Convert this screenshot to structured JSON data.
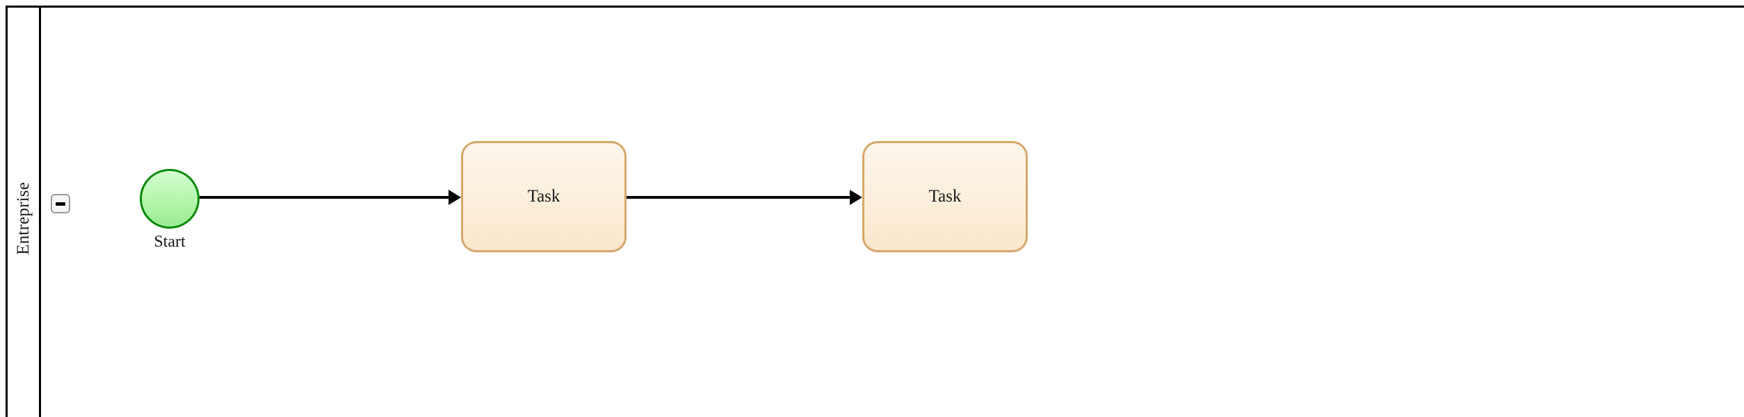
{
  "diagram": {
    "type": "bpmn-process",
    "pool": {
      "lane_label": "Entreprise",
      "collapse_toggle": {
        "icon": "minus-icon",
        "state": "expanded"
      }
    },
    "nodes": [
      {
        "id": "start-event",
        "kind": "start-event",
        "label": "Start",
        "shape": "circle",
        "border_color": "#0a8a0a",
        "fill_color": "#b3f5ab"
      },
      {
        "id": "task-1",
        "kind": "task",
        "label": "Task",
        "shape": "rounded-rect",
        "border_color": "#d6a86c",
        "fill_color": "#fcefdd"
      },
      {
        "id": "task-2",
        "kind": "task",
        "label": "Task",
        "shape": "rounded-rect",
        "border_color": "#d6a86c",
        "fill_color": "#fcefdd"
      }
    ],
    "flows": [
      {
        "id": "flow-1",
        "from": "start-event",
        "to": "task-1",
        "arrow": "solid-filled"
      },
      {
        "id": "flow-2",
        "from": "task-1",
        "to": "task-2",
        "arrow": "solid-filled"
      }
    ],
    "colors": {
      "pool_border": "#000000",
      "canvas_background": "#ffffff",
      "connector": "#000000",
      "toggle_border": "#9b9b9b",
      "toggle_fill": "#f7f7f7"
    }
  }
}
